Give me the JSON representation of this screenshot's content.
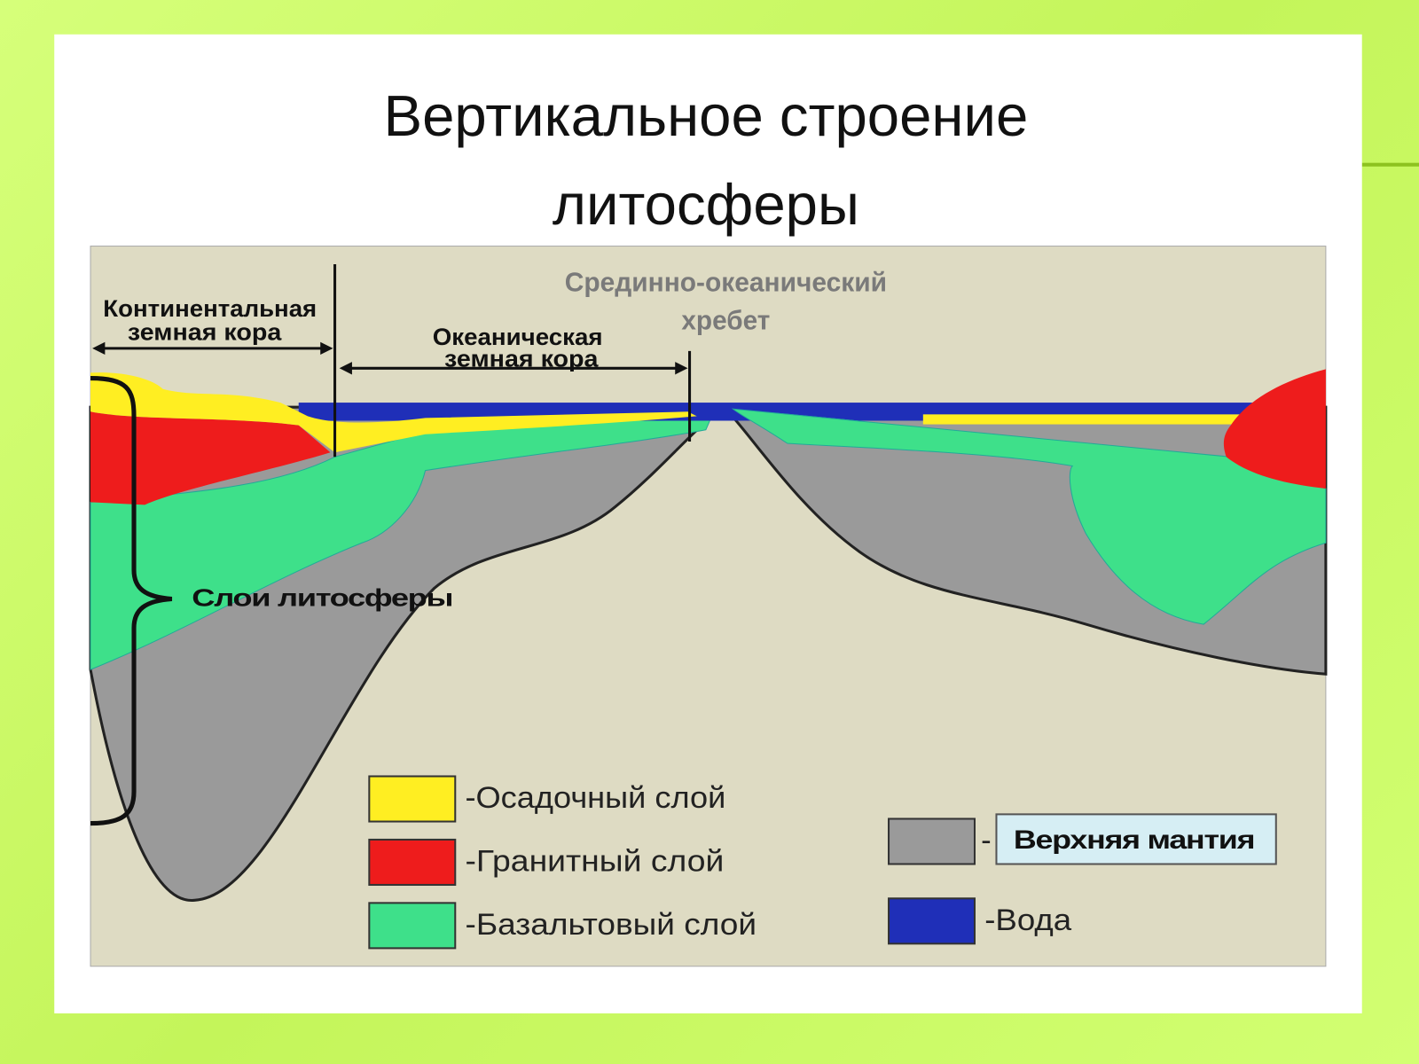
{
  "slide": {
    "title_line1": "Вертикальное строение",
    "title_line2": "литосферы"
  },
  "diagram": {
    "continental_label_1": "Континентальная",
    "continental_label_2": "земная кора",
    "oceanic_label_1": "Океаническая",
    "oceanic_label_2": "земная кора",
    "ridge_label_1": "Срединно-океанический",
    "ridge_label_2": "хребет",
    "layers_label": "Слои литосферы"
  },
  "legend": [
    {
      "label": "-Осадочный слой",
      "color": "#ffee22"
    },
    {
      "label": "-Гранитный слой",
      "color": "#ee1c1c"
    },
    {
      "label": "-Базальтовый слой",
      "color": "#3ee08a"
    },
    {
      "label": "Верхняя мантия",
      "prefix": "-",
      "color": "#9a9a9a"
    },
    {
      "label": "-Вода",
      "color": "#1f2fb8"
    }
  ],
  "colors": {
    "background": "#ccff66",
    "beige": "#dedbc3",
    "accent_line": "#8dc21f"
  }
}
